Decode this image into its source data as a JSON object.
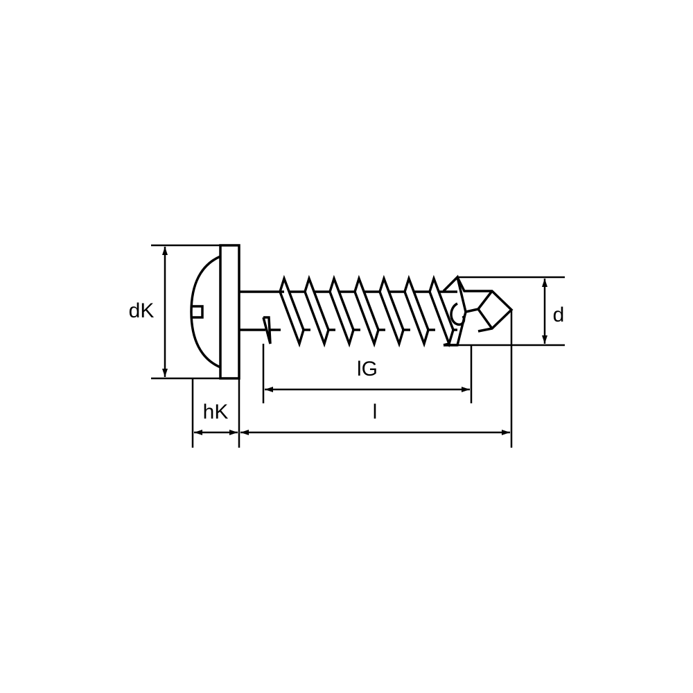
{
  "diagram": {
    "labels": {
      "head_diameter": "dK",
      "head_height": "hK",
      "thread_length": "lG",
      "length": "l",
      "diameter": "d"
    },
    "colors": {
      "line": "#000000",
      "background": "#ffffff"
    }
  }
}
